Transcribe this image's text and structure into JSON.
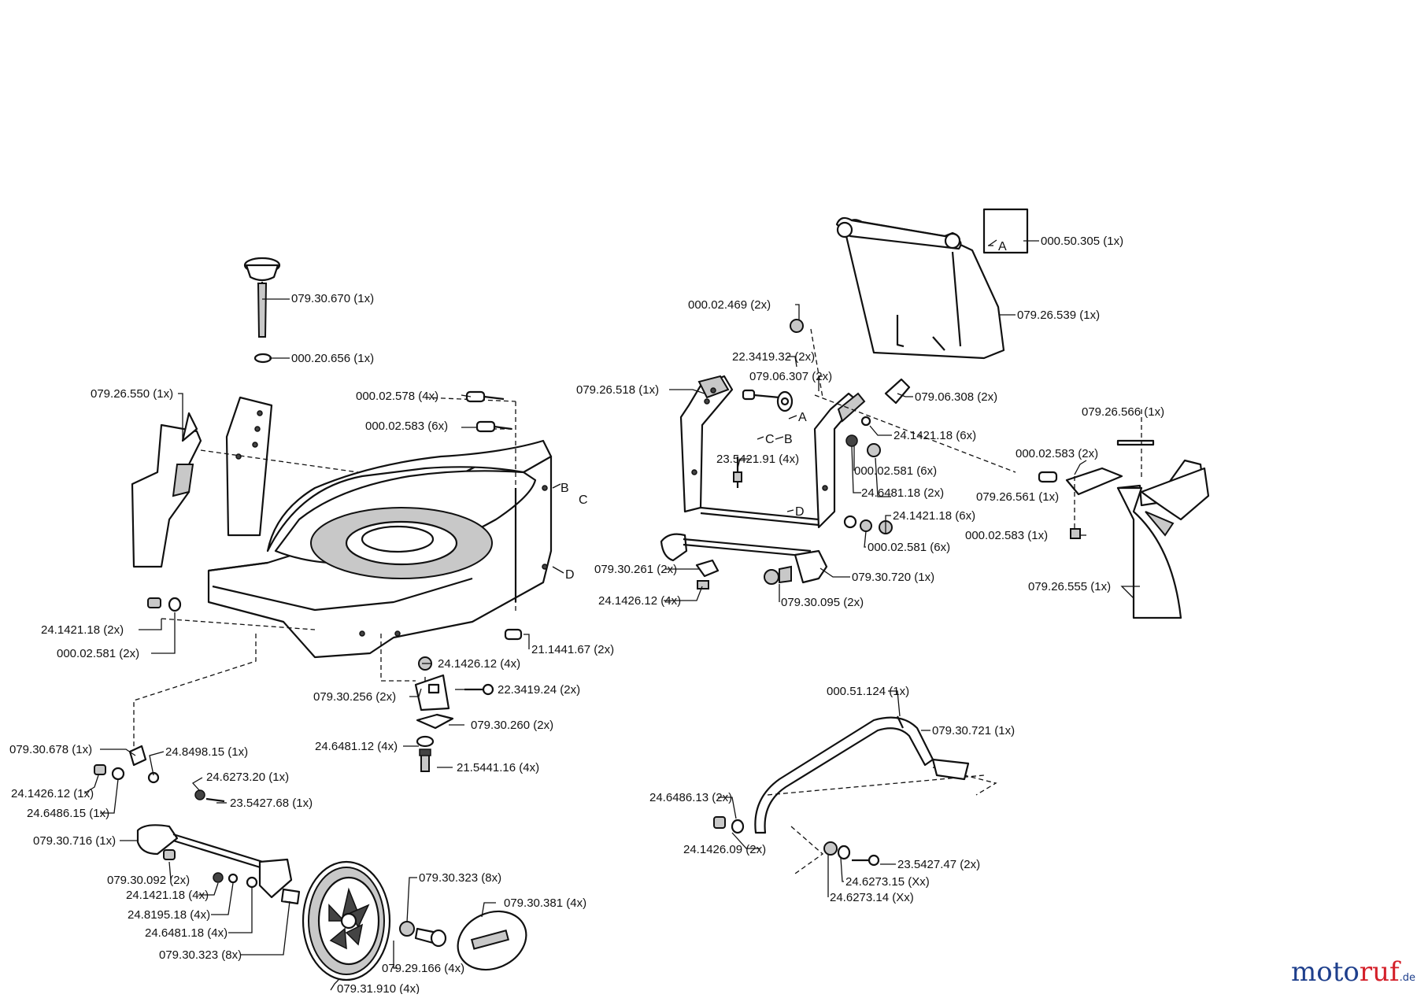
{
  "labels": {
    "l01": "079.30.670 (1x)",
    "l02": "000.20.656 (1x)",
    "l03": "079.26.550 (1x)",
    "l04": "000.02.578 (4x)",
    "l05": "000.02.583 (6x)",
    "l06": "24.1421.18 (2x)",
    "l07": "000.02.581 (2x)",
    "l08": "21.1441.67 (2x)",
    "l09": "24.1426.12 (4x)",
    "l10": "079.30.256 (2x)",
    "l11": "22.3419.24 (2x)",
    "l12": "079.30.260 (2x)",
    "l13": "24.6481.12 (4x)",
    "l14": "21.5441.16 (4x)",
    "l15": "079.30.678 (1x)",
    "l16": "24.8498.15 (1x)",
    "l17": "24.1426.12 (1x)",
    "l18": "24.6273.20 (1x)",
    "l19": "24.6486.15 (1x)",
    "l20": "23.5427.68 (1x)",
    "l21": "079.30.716 (1x)",
    "l22": "079.30.092 (2x)",
    "l23": "079.30.323 (8x)",
    "l24": "24.1421.18 (4x)",
    "l25": "24.8195.18 (4x)",
    "l26": "079.30.381 (4x)",
    "l27": "24.6481.18 (4x)",
    "l28": "079.30.323 (8x)",
    "l29": "079.29.166 (4x)",
    "l30": "079.31.910 (4x)",
    "l31": "000.50.305 (1x)",
    "l32": "000.02.469 (2x)",
    "l33": "079.26.539 (1x)",
    "l34": "22.3419.32 (2x)",
    "l35": "079.06.307 (2x)",
    "l36": "079.26.518 (1x)",
    "l37": "079.06.308 (2x)",
    "l38": "24.1421.18 (6x)",
    "l39": "23.5421.91 (4x)",
    "l40": "000.02.581 (6x)",
    "l41": "079.26.566 (1x)",
    "l42": "000.02.583 (2x)",
    "l43": "24.6481.18 (2x)",
    "l44": "079.26.561 (1x)",
    "l45": "24.1421.18 (6x)",
    "l46": "000.02.581 (6x)",
    "l47": "000.02.583 (1x)",
    "l48": "079.30.261 (2x)",
    "l49": "079.30.720 (1x)",
    "l50": "24.1426.12 (4x)",
    "l51": "079.30.095 (2x)",
    "l52": "079.26.555 (1x)",
    "l53": "000.51.124 (1x)",
    "l54": "079.30.721 (1x)",
    "l55": "24.6486.13 (2x)",
    "l56": "24.1426.09 (2x)",
    "l57": "23.5427.47 (2x)",
    "l58": "24.6273.15 (Xx)",
    "l59": "24.6273.14 (Xx)"
  },
  "markers": {
    "m_a1": "A",
    "m_a2": "A",
    "m_b1": "B",
    "m_b2": "B",
    "m_c1": "C",
    "m_c2": "C",
    "m_d1": "D",
    "m_d2": "D"
  },
  "watermark": {
    "part1": "moto",
    "part2": "ruf",
    "suffix": ".de"
  },
  "colors": {
    "watermark_blue": "#1e3f8c",
    "watermark_red": "#d4202a",
    "line": "#111111"
  }
}
